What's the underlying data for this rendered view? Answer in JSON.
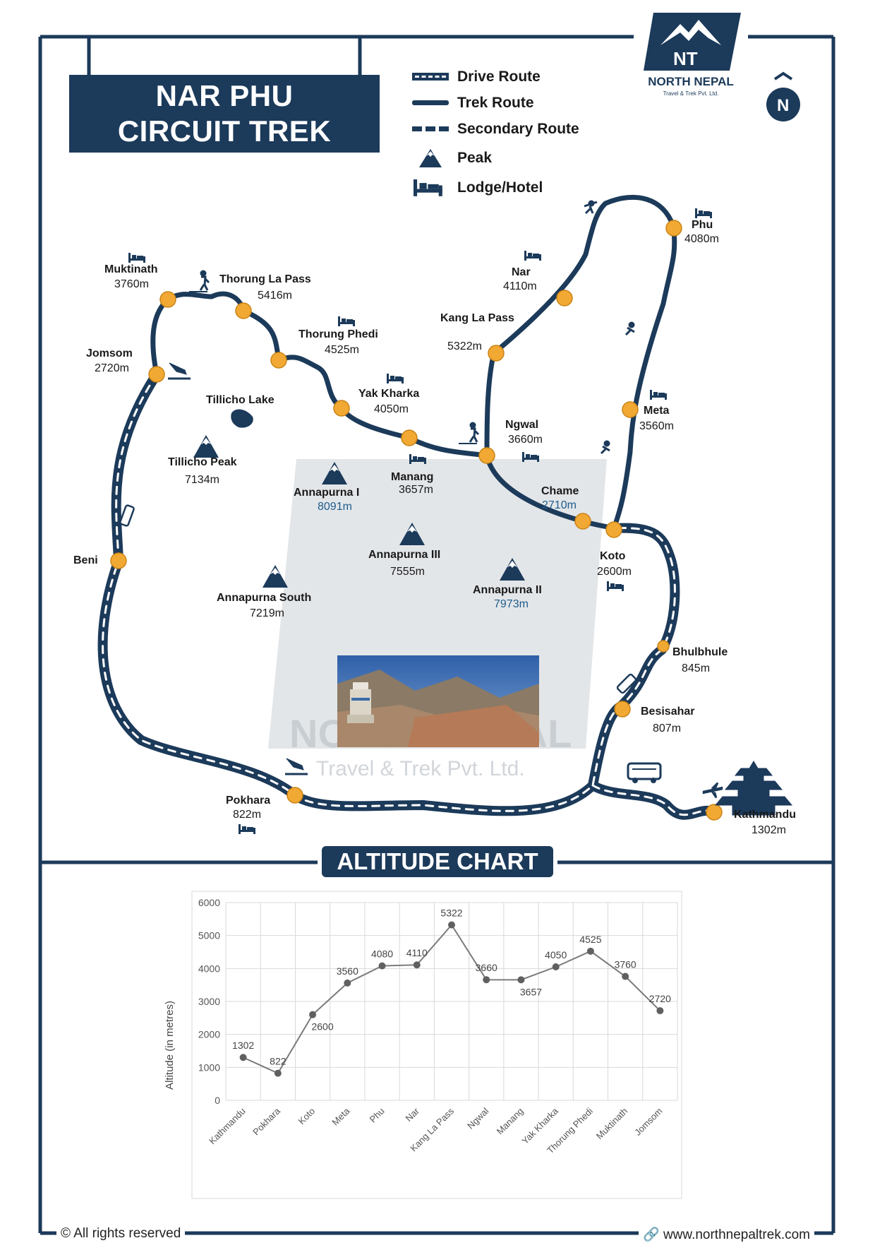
{
  "title": {
    "line1": "NAR PHU",
    "line2": "CIRCUIT TREK"
  },
  "brand": {
    "name": "NORTH NEPAL",
    "tagline": "Travel & Trek Pvt. Ltd.",
    "mark": "NT"
  },
  "compass": {
    "label": "N"
  },
  "legend": [
    {
      "label": "Drive Route",
      "icon": "drive-route-line"
    },
    {
      "label": "Trek Route",
      "icon": "trek-route-line"
    },
    {
      "label": "Secondary Route",
      "icon": "secondary-route-line"
    },
    {
      "label": "Peak",
      "icon": "peak-icon"
    },
    {
      "label": "Lodge/Hotel",
      "icon": "bed-icon"
    }
  ],
  "places": [
    {
      "name": "Phu",
      "alt": "4080m"
    },
    {
      "name": "Nar",
      "alt": "4110m"
    },
    {
      "name": "Kang La Pass",
      "alt": "5322m"
    },
    {
      "name": "Ngwal",
      "alt": "3660m"
    },
    {
      "name": "Meta",
      "alt": "3560m"
    },
    {
      "name": "Chame",
      "alt": "2710m"
    },
    {
      "name": "Koto",
      "alt": "2600m"
    },
    {
      "name": "Bhulbhule",
      "alt": "845m"
    },
    {
      "name": "Besisahar",
      "alt": "807m"
    },
    {
      "name": "Kathmandu",
      "alt": "1302m"
    },
    {
      "name": "Pokhara",
      "alt": "822m"
    },
    {
      "name": "Beni",
      "alt": ""
    },
    {
      "name": "Jomsom",
      "alt": "2720m"
    },
    {
      "name": "Muktinath",
      "alt": "3760m"
    },
    {
      "name": "Thorung La Pass",
      "alt": "5416m"
    },
    {
      "name": "Thorung Phedi",
      "alt": "4525m"
    },
    {
      "name": "Yak Kharka",
      "alt": "4050m"
    },
    {
      "name": "Manang",
      "alt": "3657m"
    },
    {
      "name": "Tillicho Lake",
      "alt": ""
    }
  ],
  "peaks": [
    {
      "name": "Tillicho Peak",
      "alt": "7134m"
    },
    {
      "name": "Annapurna I",
      "alt": "8091m"
    },
    {
      "name": "Annapurna III",
      "alt": "7555m"
    },
    {
      "name": "Annapurna South",
      "alt": "7219m"
    },
    {
      "name": "Annapurna II",
      "alt": "7973m"
    }
  ],
  "watermark": {
    "line1": "NORTH NEPAL",
    "line2": "Travel & Trek Pvt. Ltd."
  },
  "altitude_chart_title": "ALTITUDE CHART",
  "chart_data": {
    "type": "line",
    "title": "",
    "xlabel": "",
    "ylabel": "Altitude (in metres)",
    "categories": [
      "Kathmandu",
      "Pokhara",
      "Koto",
      "Meta",
      "Phu",
      "Nar",
      "Kang La Pass",
      "Ngwal",
      "Manang",
      "Yak Kharka",
      "Thorung Phedi",
      "Muktinath",
      "Jomsom"
    ],
    "series": [
      {
        "values": [
          1302,
          822,
          2600,
          3560,
          4080,
          4110,
          5322,
          3660,
          3657,
          4050,
          4525,
          3760,
          2720
        ]
      }
    ],
    "ylim": [
      0,
      6000
    ],
    "yticks": [
      0,
      1000,
      2000,
      3000,
      4000,
      5000,
      6000
    ],
    "grid": true,
    "line_color": "#7a7a7a"
  },
  "footer": {
    "rights": "© All rights reserved",
    "website": "www.northnepaltrek.com"
  },
  "colors": {
    "navy": "#1c3a5a",
    "marker": "#f2a934",
    "grid": "#d9d9d9"
  }
}
